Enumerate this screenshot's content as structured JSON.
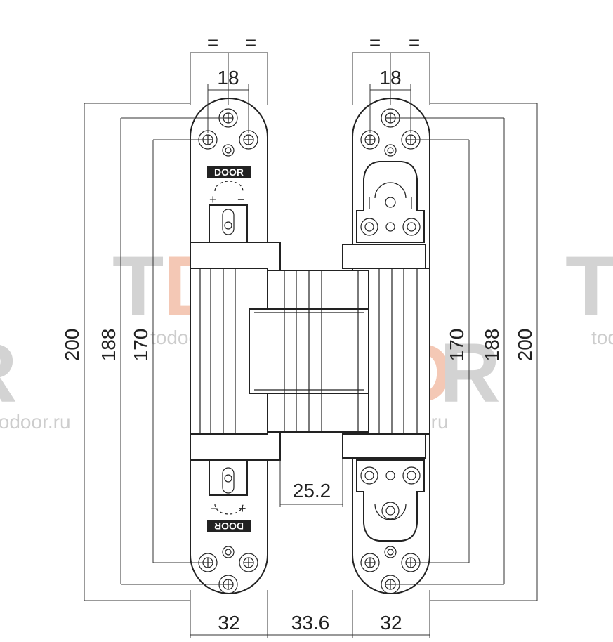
{
  "dimensions": {
    "leaf_width_left": "32",
    "leaf_width_right": "32",
    "body_gap": "33.6",
    "offset": "25.2",
    "hole_spacing_left": "18",
    "hole_spacing_right": "18",
    "equal_mark": "=",
    "height_outer_left": "200",
    "height_mid_left": "188",
    "height_inner_left": "170",
    "height_inner_right": "170",
    "height_mid_right": "188",
    "height_outer_right": "200"
  },
  "stamps": {
    "top": "DOOR",
    "bottom": "DOOR"
  },
  "adjust_signs": {
    "plus": "+",
    "minus": "−"
  },
  "watermark": {
    "letters": [
      "T",
      "D",
      "R"
    ],
    "url": "todoor.ru",
    "colors": {
      "grey": "#cfcfcf",
      "accent": "#f3c3ae"
    }
  }
}
